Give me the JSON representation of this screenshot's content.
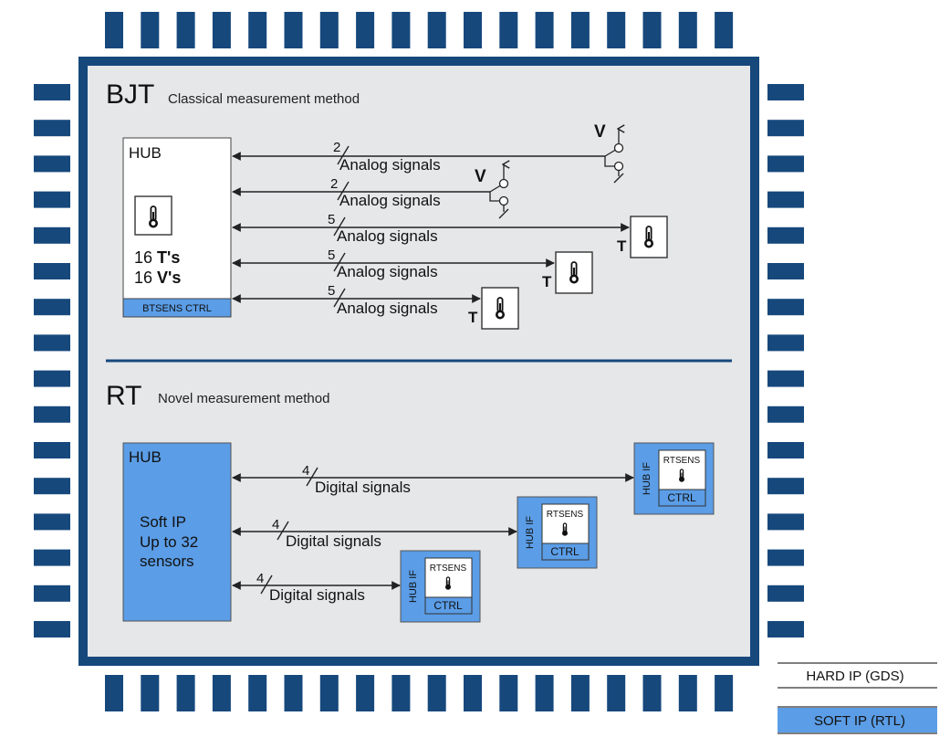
{
  "colors": {
    "navy": "#16487c",
    "chip_bg": "#e6e7e9",
    "soft_blue": "#5b9de6",
    "white": "#ffffff",
    "line": "#222222"
  },
  "bjt": {
    "title": "BJT",
    "subtitle": "Classical measurement method",
    "hub": {
      "label": "HUB",
      "count_t_num": "16",
      "count_t_text": "T's",
      "count_v_num": "16",
      "count_v_text": "V's",
      "ctrl_label": "BTSENS CTRL",
      "icon": "thermometer-icon"
    },
    "signals": [
      {
        "count": "2",
        "label": "Analog signals",
        "target": "voltage",
        "target_label": "V"
      },
      {
        "count": "2",
        "label": "Analog signals",
        "target": "voltage",
        "target_label": "V"
      },
      {
        "count": "5",
        "label": "Analog signals",
        "target": "temperature",
        "target_label": "T"
      },
      {
        "count": "5",
        "label": "Analog signals",
        "target": "temperature",
        "target_label": "T"
      },
      {
        "count": "5",
        "label": "Analog signals",
        "target": "temperature",
        "target_label": "T"
      }
    ]
  },
  "rt": {
    "title": "RT",
    "subtitle": "Novel measurement method",
    "hub": {
      "label": "HUB",
      "desc_line1": "Soft IP",
      "desc_line2": "Up to 32",
      "desc_line3": "sensors"
    },
    "signals": [
      {
        "count": "4",
        "label": "Digital signals"
      },
      {
        "count": "4",
        "label": "Digital signals"
      },
      {
        "count": "4",
        "label": "Digital signals"
      }
    ],
    "sensor": {
      "hub_if_label": "HUB IF",
      "name": "RTSENS",
      "ctrl": "CTRL",
      "icon": "thermometer-icon"
    }
  },
  "legend": {
    "hard_ip": "HARD IP (GDS)",
    "soft_ip": "SOFT IP (RTL)"
  }
}
